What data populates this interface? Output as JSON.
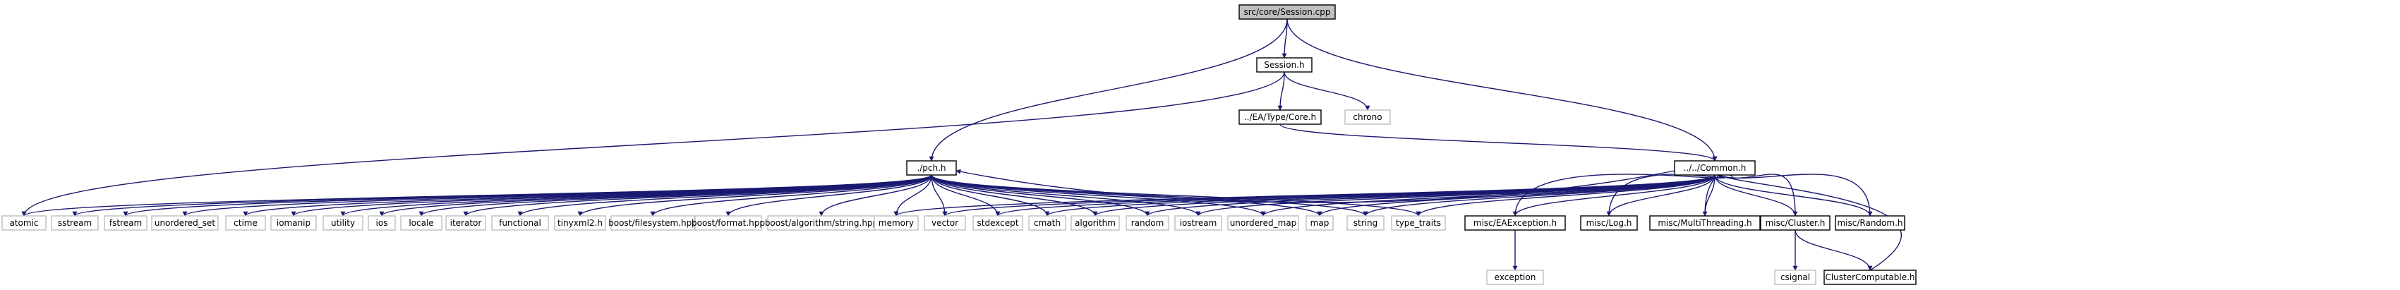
{
  "diagram": {
    "edge_color": "#191970",
    "root_fill": "#bfbfbf",
    "user_header_border": "#000000",
    "system_header_border": "#bfbfbf",
    "nodes": [
      {
        "id": "root",
        "label": "src/core/Session.cpp",
        "kind": "root"
      },
      {
        "id": "session_h",
        "label": "Session.h",
        "kind": "user"
      },
      {
        "id": "core_h",
        "label": "../EA/Type/Core.h",
        "kind": "user"
      },
      {
        "id": "chrono",
        "label": "chrono",
        "kind": "system"
      },
      {
        "id": "pch_h",
        "label": "./pch.h",
        "kind": "user"
      },
      {
        "id": "common_h",
        "label": "../../Common.h",
        "kind": "user"
      },
      {
        "id": "atomic",
        "label": "atomic",
        "kind": "system"
      },
      {
        "id": "sstream",
        "label": "sstream",
        "kind": "system"
      },
      {
        "id": "fstream",
        "label": "fstream",
        "kind": "system"
      },
      {
        "id": "unordered_set",
        "label": "unordered_set",
        "kind": "system"
      },
      {
        "id": "ctime",
        "label": "ctime",
        "kind": "system"
      },
      {
        "id": "iomanip",
        "label": "iomanip",
        "kind": "system"
      },
      {
        "id": "utility",
        "label": "utility",
        "kind": "system"
      },
      {
        "id": "ios",
        "label": "ios",
        "kind": "system"
      },
      {
        "id": "locale",
        "label": "locale",
        "kind": "system"
      },
      {
        "id": "iterator",
        "label": "iterator",
        "kind": "system"
      },
      {
        "id": "functional",
        "label": "functional",
        "kind": "system"
      },
      {
        "id": "tinyxml2",
        "label": "tinyxml2.h",
        "kind": "system"
      },
      {
        "id": "boost_fs",
        "label": "boost/filesystem.hpp",
        "kind": "system"
      },
      {
        "id": "boost_format",
        "label": "boost/format.hpp",
        "kind": "system"
      },
      {
        "id": "boost_algo",
        "label": "boost/algorithm/string.hpp",
        "kind": "system"
      },
      {
        "id": "memory",
        "label": "memory",
        "kind": "system"
      },
      {
        "id": "vector",
        "label": "vector",
        "kind": "system"
      },
      {
        "id": "stdexcept",
        "label": "stdexcept",
        "kind": "system"
      },
      {
        "id": "cmath",
        "label": "cmath",
        "kind": "system"
      },
      {
        "id": "algorithm",
        "label": "algorithm",
        "kind": "system"
      },
      {
        "id": "random",
        "label": "random",
        "kind": "system"
      },
      {
        "id": "iostream",
        "label": "iostream",
        "kind": "system"
      },
      {
        "id": "unordered_map",
        "label": "unordered_map",
        "kind": "system"
      },
      {
        "id": "map",
        "label": "map",
        "kind": "system"
      },
      {
        "id": "string",
        "label": "string",
        "kind": "system"
      },
      {
        "id": "type_traits",
        "label": "type_traits",
        "kind": "system"
      },
      {
        "id": "ea_exception",
        "label": "misc/EAException.h",
        "kind": "user"
      },
      {
        "id": "log_h",
        "label": "misc/Log.h",
        "kind": "user"
      },
      {
        "id": "multithreading",
        "label": "misc/MultiThreading.h",
        "kind": "user"
      },
      {
        "id": "cluster_h",
        "label": "misc/Cluster.h",
        "kind": "user"
      },
      {
        "id": "random_h",
        "label": "misc/Random.h",
        "kind": "user"
      },
      {
        "id": "exception",
        "label": "exception",
        "kind": "system"
      },
      {
        "id": "csignal",
        "label": "csignal",
        "kind": "system"
      },
      {
        "id": "cluster_comp",
        "label": "ClusterComputable.h",
        "kind": "user"
      }
    ],
    "edges": [
      [
        "root",
        "session_h"
      ],
      [
        "root",
        "pch_h"
      ],
      [
        "root",
        "common_h"
      ],
      [
        "session_h",
        "core_h"
      ],
      [
        "session_h",
        "chrono"
      ],
      [
        "session_h",
        "atomic"
      ],
      [
        "core_h",
        "common_h"
      ],
      [
        "pch_h",
        "atomic"
      ],
      [
        "pch_h",
        "sstream"
      ],
      [
        "pch_h",
        "fstream"
      ],
      [
        "pch_h",
        "unordered_set"
      ],
      [
        "pch_h",
        "ctime"
      ],
      [
        "pch_h",
        "iomanip"
      ],
      [
        "pch_h",
        "utility"
      ],
      [
        "pch_h",
        "ios"
      ],
      [
        "pch_h",
        "locale"
      ],
      [
        "pch_h",
        "iterator"
      ],
      [
        "pch_h",
        "functional"
      ],
      [
        "pch_h",
        "tinyxml2"
      ],
      [
        "pch_h",
        "boost_fs"
      ],
      [
        "pch_h",
        "boost_format"
      ],
      [
        "pch_h",
        "boost_algo"
      ],
      [
        "pch_h",
        "memory"
      ],
      [
        "pch_h",
        "vector"
      ],
      [
        "pch_h",
        "stdexcept"
      ],
      [
        "pch_h",
        "cmath"
      ],
      [
        "pch_h",
        "algorithm"
      ],
      [
        "pch_h",
        "random"
      ],
      [
        "pch_h",
        "iostream"
      ],
      [
        "pch_h",
        "unordered_map"
      ],
      [
        "pch_h",
        "map"
      ],
      [
        "pch_h",
        "string"
      ],
      [
        "pch_h",
        "type_traits"
      ],
      [
        "common_h",
        "pch_h"
      ],
      [
        "common_h",
        "memory"
      ],
      [
        "common_h",
        "vector"
      ],
      [
        "common_h",
        "stdexcept"
      ],
      [
        "common_h",
        "cmath"
      ],
      [
        "common_h",
        "algorithm"
      ],
      [
        "common_h",
        "random"
      ],
      [
        "common_h",
        "iostream"
      ],
      [
        "common_h",
        "unordered_map"
      ],
      [
        "common_h",
        "map"
      ],
      [
        "common_h",
        "string"
      ],
      [
        "common_h",
        "type_traits"
      ],
      [
        "common_h",
        "ea_exception"
      ],
      [
        "common_h",
        "log_h"
      ],
      [
        "common_h",
        "multithreading"
      ],
      [
        "common_h",
        "cluster_h"
      ],
      [
        "common_h",
        "random_h"
      ],
      [
        "ea_exception",
        "common_h"
      ],
      [
        "ea_exception",
        "exception"
      ],
      [
        "log_h",
        "common_h"
      ],
      [
        "multithreading",
        "common_h"
      ],
      [
        "cluster_h",
        "common_h"
      ],
      [
        "cluster_h",
        "csignal"
      ],
      [
        "cluster_h",
        "cluster_comp"
      ],
      [
        "random_h",
        "common_h"
      ],
      [
        "cluster_comp",
        "common_h"
      ]
    ]
  }
}
